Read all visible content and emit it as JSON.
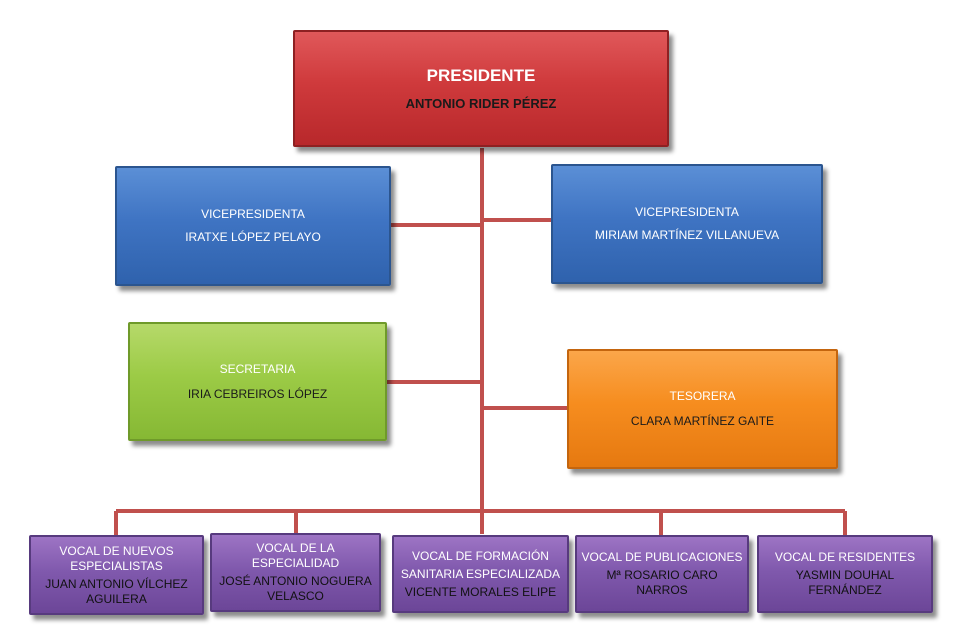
{
  "president": {
    "role": "PRESIDENTE",
    "name": "ANTONIO RIDER PÉREZ"
  },
  "vice_left": {
    "role": "VICEPRESIDENTA",
    "name": "IRATXE LÓPEZ PELAYO"
  },
  "vice_right": {
    "role": "VICEPRESIDENTA",
    "name": "MIRIAM MARTÍNEZ VILLANUEVA"
  },
  "secretary": {
    "role": "SECRETARIA",
    "name": "IRIA CEBREIROS LÓPEZ"
  },
  "treasurer": {
    "role": "TESORERA",
    "name": "CLARA MARTÍNEZ GAITE"
  },
  "vocales": [
    {
      "role": "VOCAL  DE NUEVOS ESPECIALISTAS",
      "name": "JUAN ANTONIO VÍLCHEZ AGUILERA"
    },
    {
      "role": "VOCAL  DE LA ESPECIALIDAD",
      "name": "JOSÉ ANTONIO NOGUERA VELASCO"
    },
    {
      "role": "VOCAL  DE FORMACIÓN",
      "role2": "SANITARIA ESPECIALIZADA",
      "name": "VICENTE MORALES ELIPE"
    },
    {
      "role": "VOCAL DE PUBLICACIONES",
      "name": "Mª ROSARIO CARO NARROS"
    },
    {
      "role": "VOCAL DE RESIDENTES",
      "name": "YASMIN DOUHAL FERNÁNDEZ"
    }
  ],
  "colors": {
    "connector": "#c0504d",
    "president": "#c0393b",
    "vice": "#3f74c3",
    "secretary": "#9ccb46",
    "treasurer": "#f68d1f",
    "vocal": "#8059ad"
  }
}
